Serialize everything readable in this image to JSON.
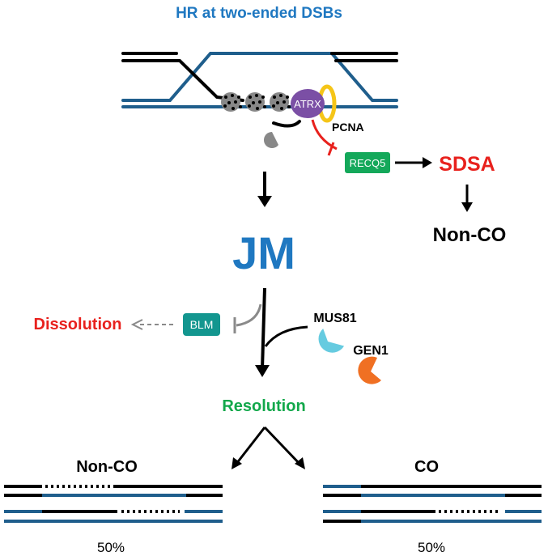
{
  "title": "HR at two-ended DSBs",
  "labels": {
    "atrx": "ATRX",
    "pcna": "PCNA",
    "recq5": "RECQ5",
    "sdsa": "SDSA",
    "non_co_top": "Non-CO",
    "jm": "JM",
    "dissolution": "Dissolution",
    "blm": "BLM",
    "mus81": "MUS81",
    "gen1": "GEN1",
    "resolution": "Resolution",
    "non_co_bottom": "Non-CO",
    "co_bottom": "CO",
    "pct_left": "50%",
    "pct_right": "50%"
  },
  "colors": {
    "blue_strand": "#1f5e8c",
    "black_strand": "#000000",
    "title_blue": "#1f78c1",
    "jm_blue": "#1f78c1",
    "red": "#e8211d",
    "green_text": "#12a84b",
    "recq5_box": "#14a85a",
    "blm_box": "#13968f",
    "atrx_purple": "#7b4fa5",
    "pcna_ring": "#f5c518",
    "mus81_cyan": "#66cbe0",
    "gen1_orange": "#f07023",
    "gray_inhibit": "#8a8a8a"
  }
}
